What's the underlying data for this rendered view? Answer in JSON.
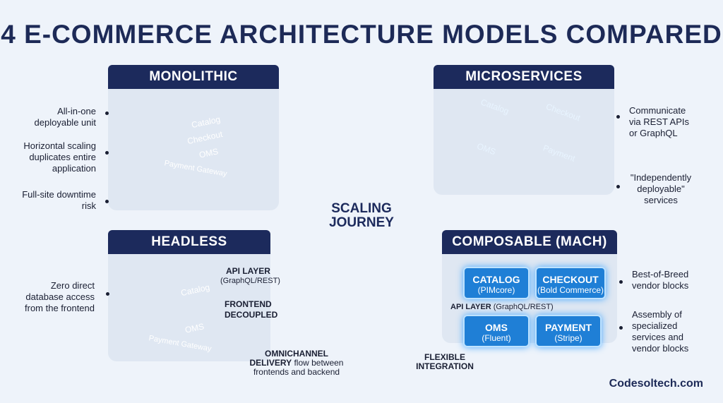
{
  "title": "4 E-COMMERCE ARCHITECTURE MODELS COMPARED",
  "center": {
    "line1": "SCALING",
    "line2": "JOURNEY"
  },
  "monolithic": {
    "title": "MONOLITHIC",
    "layers": [
      "Catalog",
      "Checkout",
      "OMS",
      "Payment Gateway"
    ],
    "notes": [
      "All-in-one deployable unit",
      "Horizontal scaling duplicates entire application",
      "Full-site downtime risk"
    ]
  },
  "microservices": {
    "title": "MICROSERVICES",
    "services": [
      "Catalog",
      "Checkout",
      "OMS",
      "Payment"
    ],
    "notes": [
      "Communicate via REST APIs or GraphQL",
      "\"Independently deployable\" services"
    ]
  },
  "headless": {
    "title": "HEADLESS",
    "layers": [
      "Catalog",
      "OMS",
      "Payment Gateway"
    ],
    "api_layer": "API LAYER",
    "api_layer_sub": "(GraphQL/REST)",
    "frontend": "FRONTEND DECOUPLED",
    "omni_bold": "OMNICHANNEL DELIVERY",
    "omni_rest": "flow between frontends and backend",
    "notes": [
      "Zero direct database access from the frontend"
    ]
  },
  "composable": {
    "title": "COMPOSABLE (MACH)",
    "blocks": [
      {
        "name": "CATALOG",
        "vendor": "(PIMcore)"
      },
      {
        "name": "CHECKOUT",
        "vendor": "(Bold Commerce)"
      },
      {
        "name": "OMS",
        "vendor": "(Fluent)"
      },
      {
        "name": "PAYMENT",
        "vendor": "(Stripe)"
      }
    ],
    "api_layer_bold": "API LAYER",
    "api_layer_rest": "(GraphQL/REST)",
    "flexible": "FLEXIBLE INTEGRATION",
    "notes": [
      "Best-of-Breed vendor blocks",
      "Assembly of specialized services and vendor blocks"
    ]
  },
  "footer": "Codesoltech.com",
  "colors": {
    "navy": "#1c2a5c",
    "accent": "#1f7fd6",
    "glow": "#4aa9ff"
  }
}
